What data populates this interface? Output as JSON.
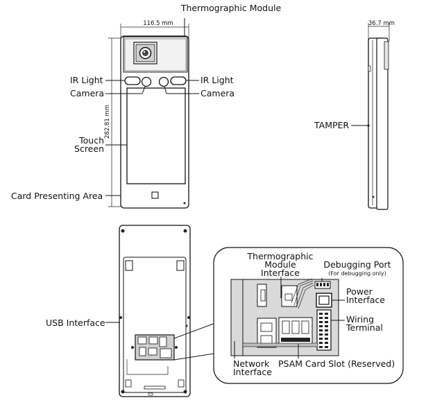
{
  "labels": {
    "thermographic_module": "Thermographic Module",
    "width_dim": "116.5 mm",
    "height_dim": "282.81 mm",
    "depth_dim": "36.7 mm",
    "ir_light_left": "IR Light",
    "ir_light_right": "IR Light",
    "camera_left": "Camera",
    "camera_right": "Camera",
    "touch_screen_line1": "Touch",
    "touch_screen_line2": "Screen",
    "card_presenting_area": "Card Presenting Area",
    "tamper": "TAMPER",
    "usb_interface": "USB Interface",
    "thermo_interface_line1": "Thermographic",
    "thermo_interface_line2": "Module",
    "thermo_interface_line3": "Interface",
    "debugging_port": "Debugging Port",
    "debugging_note": "(For debugging only)",
    "power_interface_line1": "Power",
    "power_interface_line2": "Interface",
    "wiring_terminal_line1": "Wiring",
    "wiring_terminal_line2": "Terminal",
    "network_interface_line1": "Network",
    "network_interface_line2": "Interface",
    "psam_card_slot": "PSAM Card Slot (Reserved)"
  }
}
